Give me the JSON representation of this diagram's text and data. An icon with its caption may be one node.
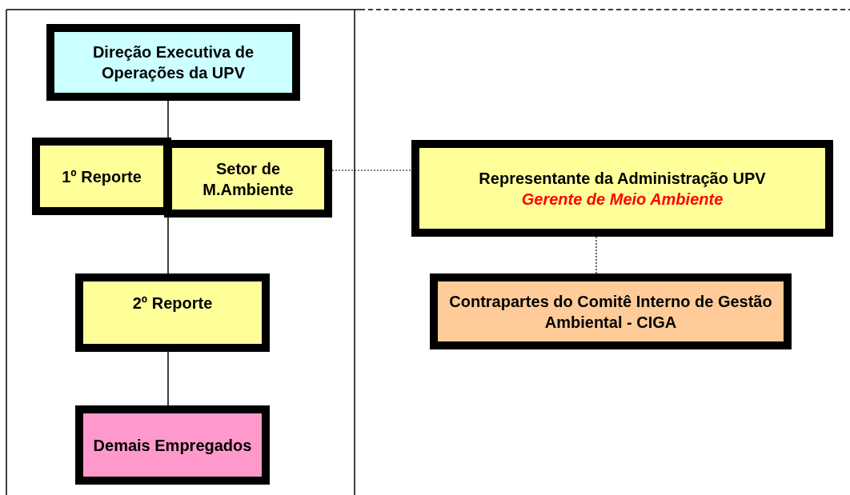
{
  "diagram": {
    "nodes": [
      {
        "text": [
          "Direção Executiva de Operações da UPV"
        ]
      },
      {
        "text": [
          "1º Reporte"
        ]
      },
      {
        "text": [
          "Setor de M.Ambiente"
        ]
      },
      {
        "text": [
          "Representante da Administração UPV",
          "Gerente de Meio Ambiente"
        ]
      },
      {
        "text": [
          "Contrapartes do Comitê Interno de Gestão Ambiental - CIGA"
        ]
      },
      {
        "text": [
          "2º Reporte"
        ]
      },
      {
        "text": [
          "Demais Empregados"
        ]
      }
    ],
    "edges": [
      {
        "from": 0,
        "to": 1,
        "arrow": "none"
      },
      {
        "from": 1,
        "to": 5,
        "arrow": "none"
      },
      {
        "from": 5,
        "to": 6,
        "arrow": "none"
      },
      {
        "from": 2,
        "to": 3,
        "arrow": "none",
        "style": "dashed"
      },
      {
        "from": 3,
        "to": 4,
        "arrow": "none",
        "style": "dashed"
      }
    ]
  }
}
